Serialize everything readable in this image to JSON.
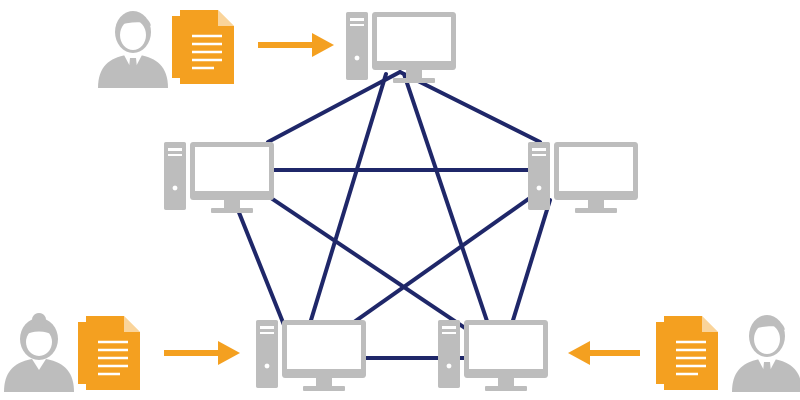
{
  "diagram": {
    "type": "peer-to-peer network",
    "nodes": [
      {
        "id": "pc-top",
        "icon": "desktop-computer-icon"
      },
      {
        "id": "pc-left",
        "icon": "desktop-computer-icon"
      },
      {
        "id": "pc-right",
        "icon": "desktop-computer-icon"
      },
      {
        "id": "pc-bottom-left",
        "icon": "desktop-computer-icon"
      },
      {
        "id": "pc-bottom-right",
        "icon": "desktop-computer-icon"
      }
    ],
    "links": [
      [
        "pc-top",
        "pc-left"
      ],
      [
        "pc-top",
        "pc-right"
      ],
      [
        "pc-top",
        "pc-bottom-left"
      ],
      [
        "pc-top",
        "pc-bottom-right"
      ],
      [
        "pc-left",
        "pc-right"
      ],
      [
        "pc-left",
        "pc-bottom-left"
      ],
      [
        "pc-left",
        "pc-bottom-right"
      ],
      [
        "pc-right",
        "pc-bottom-left"
      ],
      [
        "pc-right",
        "pc-bottom-right"
      ],
      [
        "pc-bottom-left",
        "pc-bottom-right"
      ]
    ],
    "users": [
      {
        "id": "user-top",
        "icon": "man-icon",
        "target": "pc-top"
      },
      {
        "id": "user-bottom-left",
        "icon": "woman-icon",
        "target": "pc-bottom-left"
      },
      {
        "id": "user-bottom-right",
        "icon": "man-icon",
        "target": "pc-bottom-right"
      }
    ],
    "colors": {
      "link": "#1f2769",
      "computer": "#bdbdbd",
      "document": "#f4a020",
      "arrow": "#f4a020",
      "person": "#bdbdbd"
    }
  }
}
